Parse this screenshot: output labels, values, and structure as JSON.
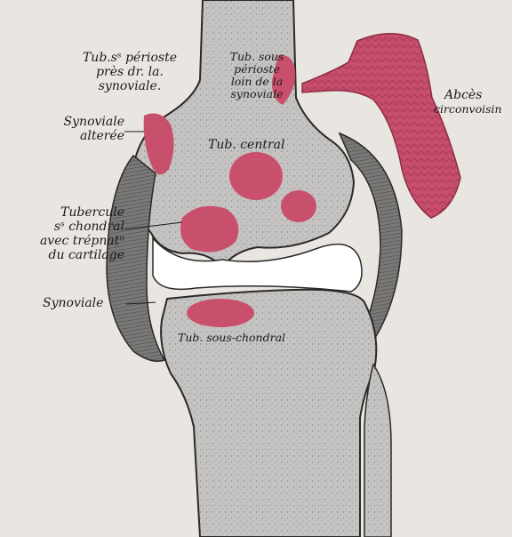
{
  "figure": {
    "colors": {
      "paper": "#e9e6e1",
      "bone": "#c9c7c5",
      "cartilage": "#ffffff",
      "synovial": "#6f6e6c",
      "lesion": "#c9506d",
      "ink": "#1c1a1a"
    },
    "labels": {
      "tub_periost_l1": "Tub.sˢ périoste",
      "tub_periost_l2": "près dr. la.",
      "tub_periost_l3": "synoviale.",
      "tub_sous_l1": "Tub. sous",
      "tub_sous_l2": "périoste",
      "tub_sous_l3": "loin de la",
      "tub_sous_l4": "synoviale",
      "abces_l1": "Abcès",
      "abces_l2": "circonvoisin",
      "synoviale_alt_l1": "Synoviale",
      "synoviale_alt_l2": "alterée",
      "tub_central": "Tub. central",
      "tuberc_l1": "Tubercule",
      "tuberc_l2": "sˢ chondral",
      "tuberc_l3": "avec trépnatⁿ",
      "tuberc_l4": "du cartilage",
      "synoviale": "Synoviale",
      "tub_sous_chondral": "Tub. sous-chondral"
    }
  }
}
